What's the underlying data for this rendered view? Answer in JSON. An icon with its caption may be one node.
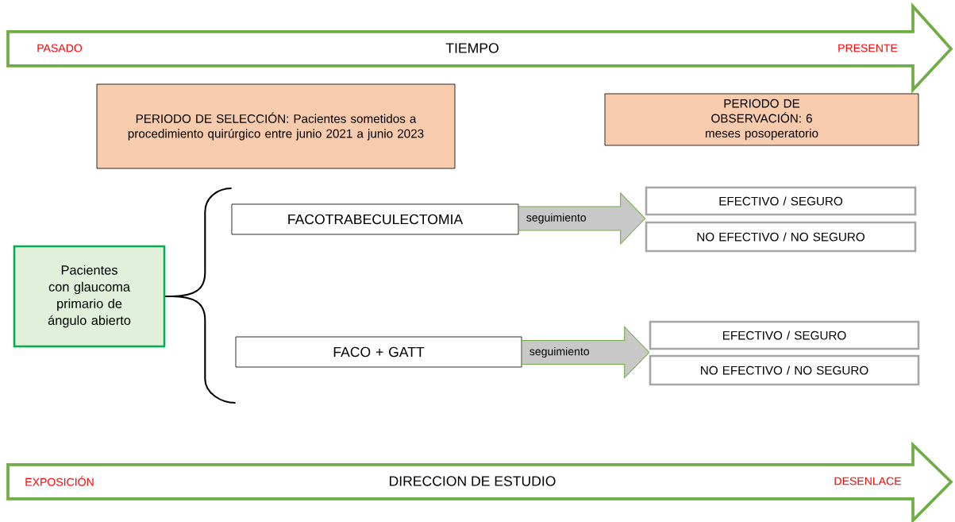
{
  "diagram": {
    "nodes": [
      {
        "text": [
          "PASADO",
          "TIEMPO",
          "PRESENTE"
        ]
      },
      {
        "text": [
          "PERIODO DE SELECCIÓN: Pacientes sometidos a procedimiento quirúrgico entre junio 2021 a junio 2023"
        ]
      },
      {
        "text": [
          "PERIODO DE OBSERVACIÓN: 6 meses posoperatorio"
        ]
      },
      {
        "text": [
          "Pacientes con glaucoma primario de ángulo abierto"
        ]
      },
      {
        "text": [
          "FACOTRABECULECTOMIA"
        ]
      },
      {
        "text": [
          "FACO + GATT"
        ]
      },
      {
        "text": [
          "EFECTIVO / SEGURO"
        ]
      },
      {
        "text": [
          "NO EFECTIVO / NO SEGURO"
        ]
      },
      {
        "text": [
          "EFECTIVO / SEGURO"
        ]
      },
      {
        "text": [
          "NO EFECTIVO / NO SEGURO"
        ]
      },
      {
        "text": [
          "EXPOSICIÓN",
          "DIRECCION DE ESTUDIO",
          "DESENLACE"
        ]
      }
    ],
    "edges": [
      {
        "from": 3,
        "to": 4,
        "arrow": "none"
      },
      {
        "from": 3,
        "to": 5,
        "arrow": "none"
      },
      {
        "from": 4,
        "to": 6,
        "arrow": "to",
        "style": "thick",
        "label": "seguimiento"
      },
      {
        "from": 4,
        "to": 7,
        "arrow": "to",
        "style": "thick"
      },
      {
        "from": 5,
        "to": 8,
        "arrow": "to",
        "style": "thick",
        "label": "seguimiento"
      },
      {
        "from": 5,
        "to": 9,
        "arrow": "to",
        "style": "thick"
      }
    ]
  }
}
